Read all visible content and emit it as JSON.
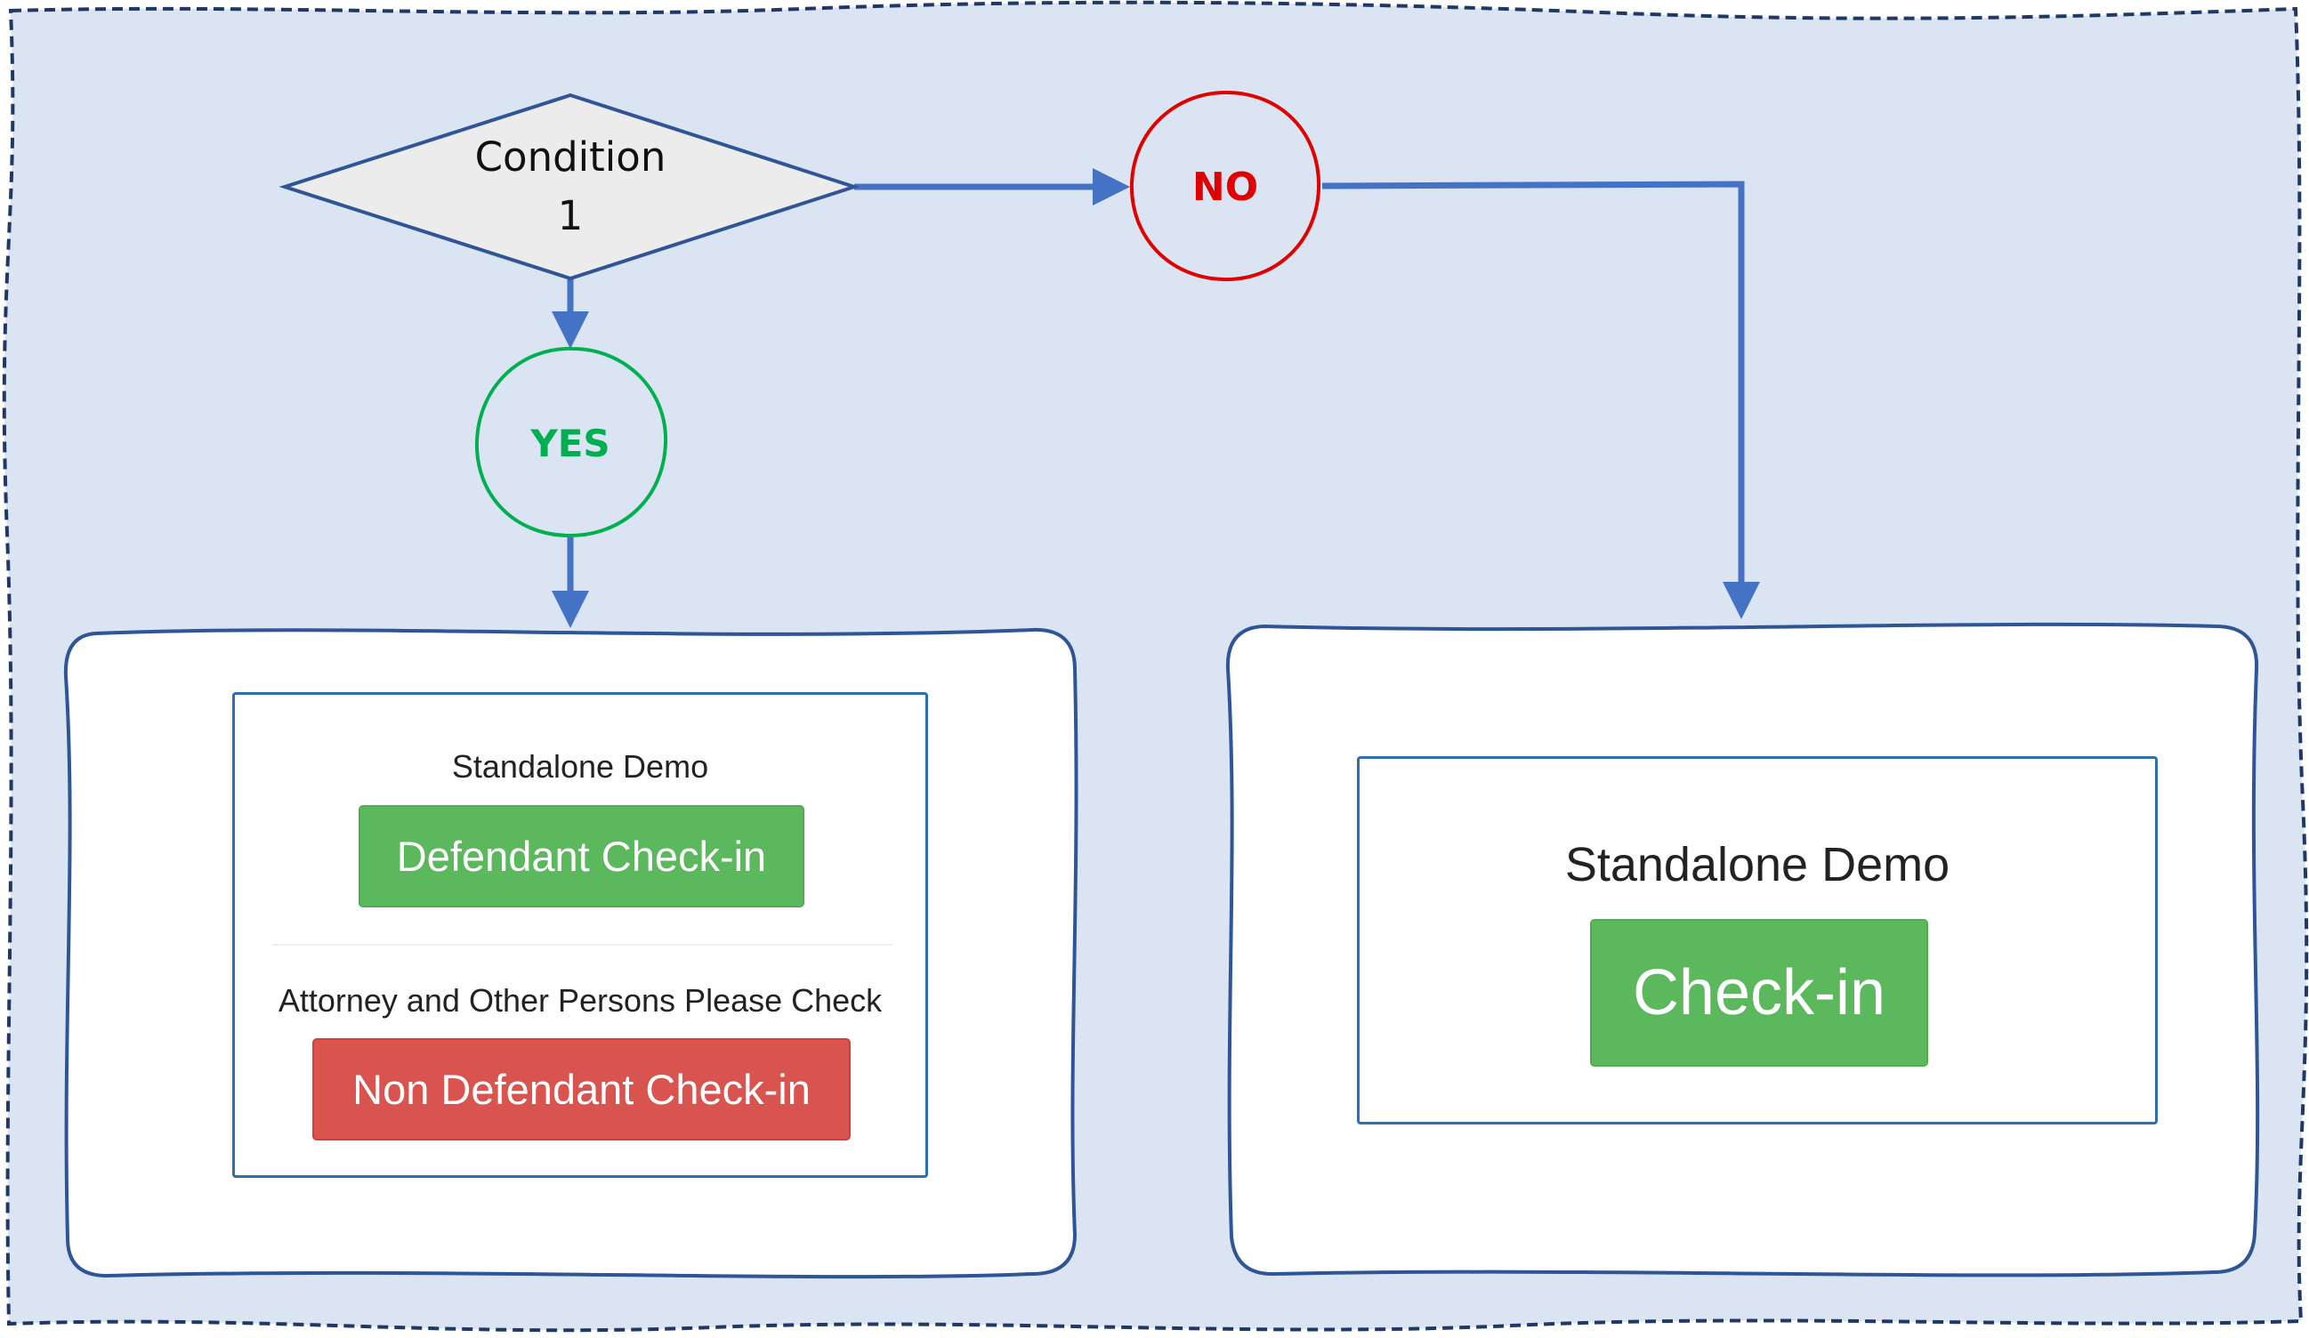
{
  "flow": {
    "condition_line1": "Condition",
    "condition_line2": "1",
    "yes_label": "YES",
    "no_label": "NO"
  },
  "left_panel": {
    "title": "Standalone Demo",
    "defendant_button": "Defendant Check-in",
    "other_label": "Attorney and Other Persons Please Check",
    "non_defendant_button": "Non Defendant Check-in"
  },
  "right_panel": {
    "title": "Standalone Demo",
    "checkin_button": "Check-in"
  },
  "colors": {
    "frame_fill": "#dae4f3",
    "frame_border": "#1f3864",
    "diamond_fill": "#ececec",
    "diamond_border": "#2f5597",
    "arrow": "#4472c4",
    "yes": "#00b050",
    "no": "#e00000",
    "panel_border": "#2f5597",
    "card_border": "#2e6fad",
    "button_green": "#5cb85c",
    "button_red": "#d9534f"
  }
}
